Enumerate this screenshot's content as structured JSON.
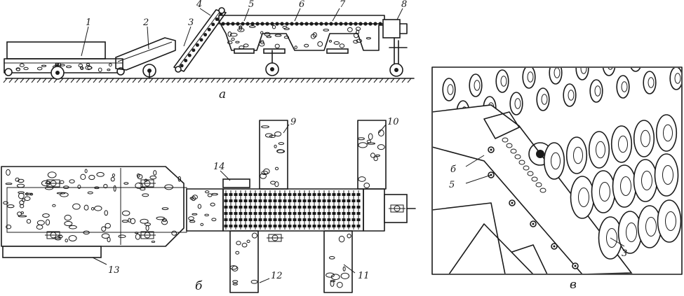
{
  "subfigures": {
    "a": "а",
    "b": "б",
    "v": "в"
  },
  "labels": {
    "n1": "1",
    "n2": "2",
    "n3": "3",
    "n4": "4",
    "n5": "5",
    "n6": "6",
    "n7": "7",
    "n8": "8",
    "n9": "9",
    "n10": "10",
    "n11": "11",
    "n12": "12",
    "n13": "13",
    "n14": "14",
    "v3": "3",
    "v5": "5",
    "v6": "б"
  },
  "colors": {
    "ink": "#1a1a1a",
    "paper": "#ffffff"
  }
}
